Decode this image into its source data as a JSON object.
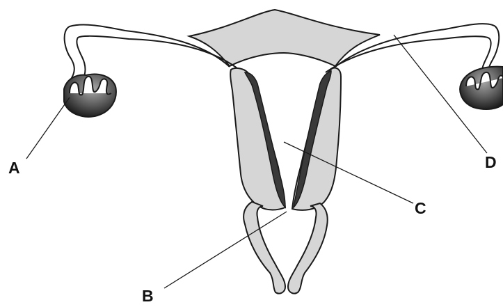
{
  "labels": {
    "a": "A",
    "b": "B",
    "c": "C",
    "d": "D"
  },
  "colors": {
    "outline": "#1a1a1a",
    "fill_light": "#d6d6d6",
    "fill_dark": "#3a3a3a",
    "ovary_dark": "#1f1f1f",
    "ovary_light": "#9a9a9a"
  }
}
